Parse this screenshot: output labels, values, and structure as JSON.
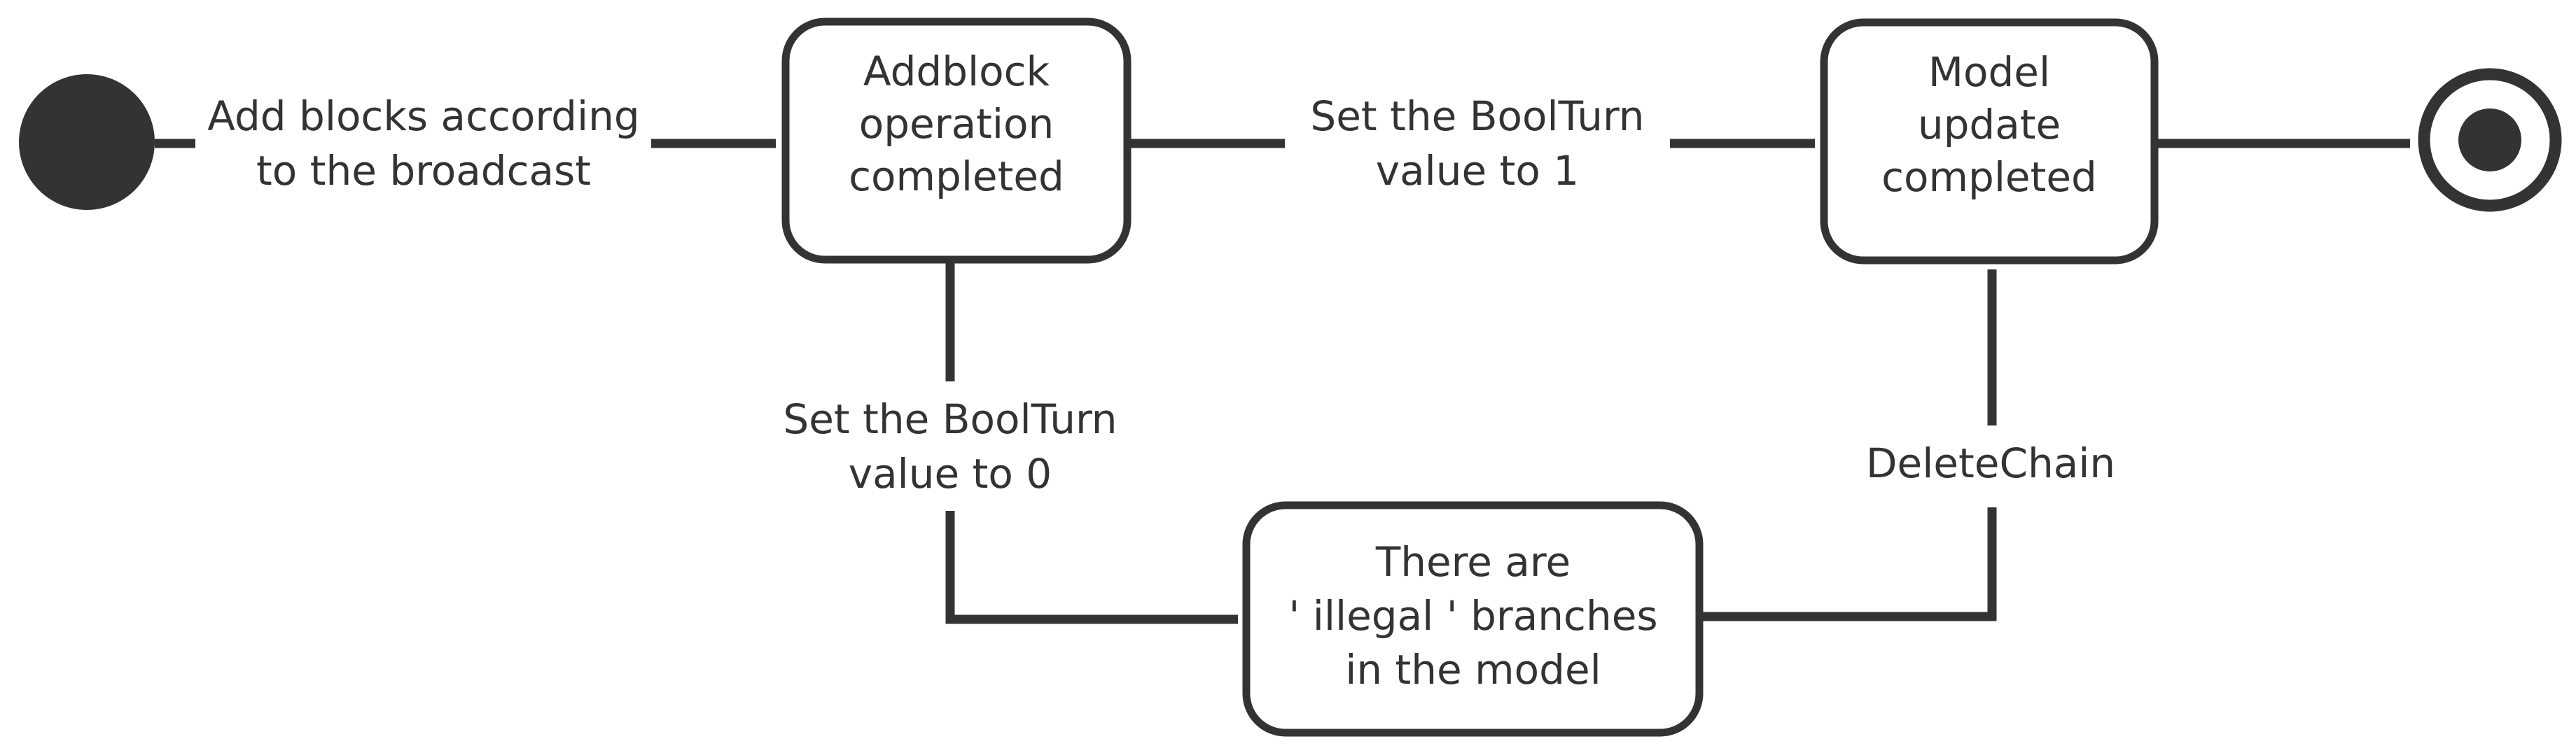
{
  "diagram": {
    "kind": "uml-state-machine",
    "colors": {
      "stroke": "#333333",
      "fill_node": "#333333",
      "background": "#ffffff",
      "text": "#333333"
    },
    "nodes": {
      "initial": {
        "type": "initial-state",
        "label": ""
      },
      "addblock": {
        "type": "state",
        "lines": [
          "Addblock",
          "operation",
          "completed"
        ]
      },
      "model_update": {
        "type": "state",
        "lines": [
          "Model",
          "update",
          "completed"
        ]
      },
      "illegal_branches": {
        "type": "state",
        "lines": [
          "There are",
          "' illegal ' branches",
          "in the model"
        ]
      },
      "final": {
        "type": "final-state",
        "label": ""
      }
    },
    "transitions": [
      {
        "id": "t1",
        "from": "initial",
        "to": "addblock",
        "lines": [
          "Add blocks according",
          "to the broadcast"
        ]
      },
      {
        "id": "t2",
        "from": "addblock",
        "to": "model_update",
        "lines": [
          "Set the BoolTurn",
          "value to 1"
        ]
      },
      {
        "id": "t3",
        "from": "addblock",
        "to": "illegal_branches",
        "lines": [
          "Set the BoolTurn",
          "value to 0"
        ]
      },
      {
        "id": "t4",
        "from": "illegal_branches",
        "to": "model_update",
        "lines": [
          "DeleteChain"
        ]
      },
      {
        "id": "t5",
        "from": "model_update",
        "to": "final",
        "lines": []
      }
    ]
  }
}
